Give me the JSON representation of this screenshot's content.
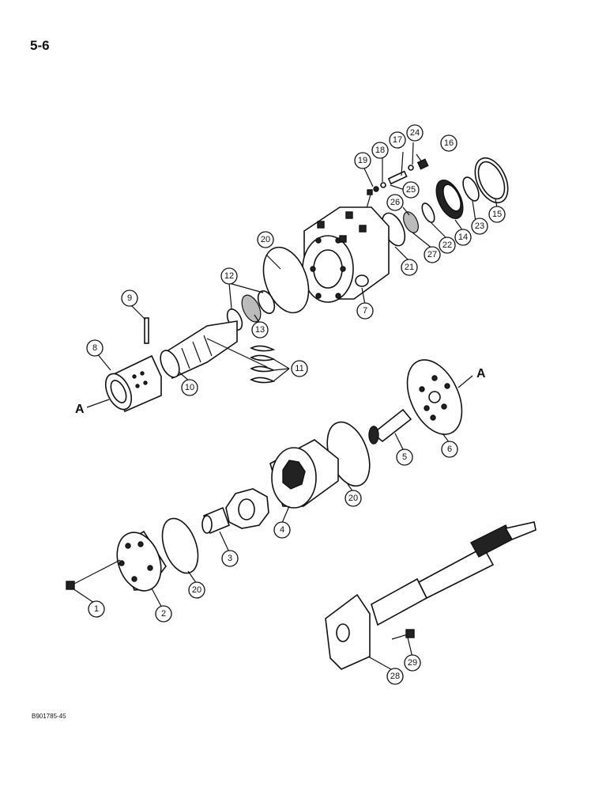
{
  "page": {
    "number": "5-6",
    "figure_code": "B901785-45"
  },
  "reference_marks": {
    "a_top_right": "A",
    "a_left": "A"
  },
  "callouts": [
    {
      "id": "1",
      "label": "1"
    },
    {
      "id": "2",
      "label": "2"
    },
    {
      "id": "3",
      "label": "3"
    },
    {
      "id": "4",
      "label": "4"
    },
    {
      "id": "5",
      "label": "5"
    },
    {
      "id": "6",
      "label": "6"
    },
    {
      "id": "7",
      "label": "7"
    },
    {
      "id": "8",
      "label": "8"
    },
    {
      "id": "9",
      "label": "9"
    },
    {
      "id": "10",
      "label": "10"
    },
    {
      "id": "11",
      "label": "11"
    },
    {
      "id": "12",
      "label": "12"
    },
    {
      "id": "13",
      "label": "13"
    },
    {
      "id": "14",
      "label": "14"
    },
    {
      "id": "15",
      "label": "15"
    },
    {
      "id": "16",
      "label": "16"
    },
    {
      "id": "17",
      "label": "17"
    },
    {
      "id": "18",
      "label": "18"
    },
    {
      "id": "19",
      "label": "19"
    },
    {
      "id": "20a",
      "label": "20"
    },
    {
      "id": "20b",
      "label": "20"
    },
    {
      "id": "20c",
      "label": "20"
    },
    {
      "id": "21",
      "label": "21"
    },
    {
      "id": "22",
      "label": "22"
    },
    {
      "id": "23",
      "label": "23"
    },
    {
      "id": "24",
      "label": "24"
    },
    {
      "id": "25",
      "label": "25"
    },
    {
      "id": "26",
      "label": "26"
    },
    {
      "id": "27",
      "label": "27"
    },
    {
      "id": "28",
      "label": "28"
    },
    {
      "id": "29",
      "label": "29"
    }
  ]
}
